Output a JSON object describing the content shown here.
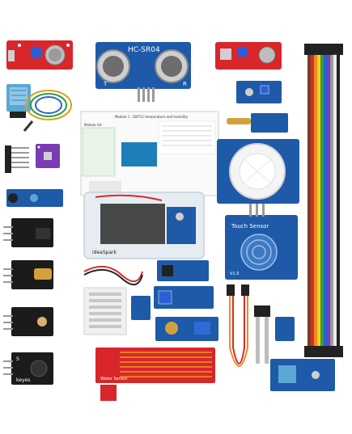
{
  "labels": {
    "ultrasonic_model": "HC-SR04",
    "ultrasonic_t": "T",
    "ultrasonic_r": "R",
    "touch_sensor": "Touch Sensor",
    "touch_version": "V1.0",
    "box_brand": "ideaSpark",
    "rain_sensor": "Water Sensor",
    "doc_heading": "Module 1 : DHT11 temperature and humidity",
    "doc_sub": "Module list",
    "key_pin_s": "S",
    "keyes": "keyes"
  },
  "colors": {
    "module_red": "#d8262b",
    "module_blue": "#1e5aa8",
    "module_black": "#1b1b1b",
    "rainbow": [
      "#7a3b1f",
      "#d62b2b",
      "#f08a1c",
      "#f4d21c",
      "#2f9e3b",
      "#2b5fd6",
      "#7a3bb5",
      "#9a9a9a",
      "#f4f4f4",
      "#222222"
    ]
  },
  "icons": [
    "ultrasonic-sensor-icon",
    "pir-sensor-icon",
    "touch-sensor-icon",
    "rain-sensor-icon",
    "water-level-sensor-icon",
    "jumper-wires-icon"
  ]
}
